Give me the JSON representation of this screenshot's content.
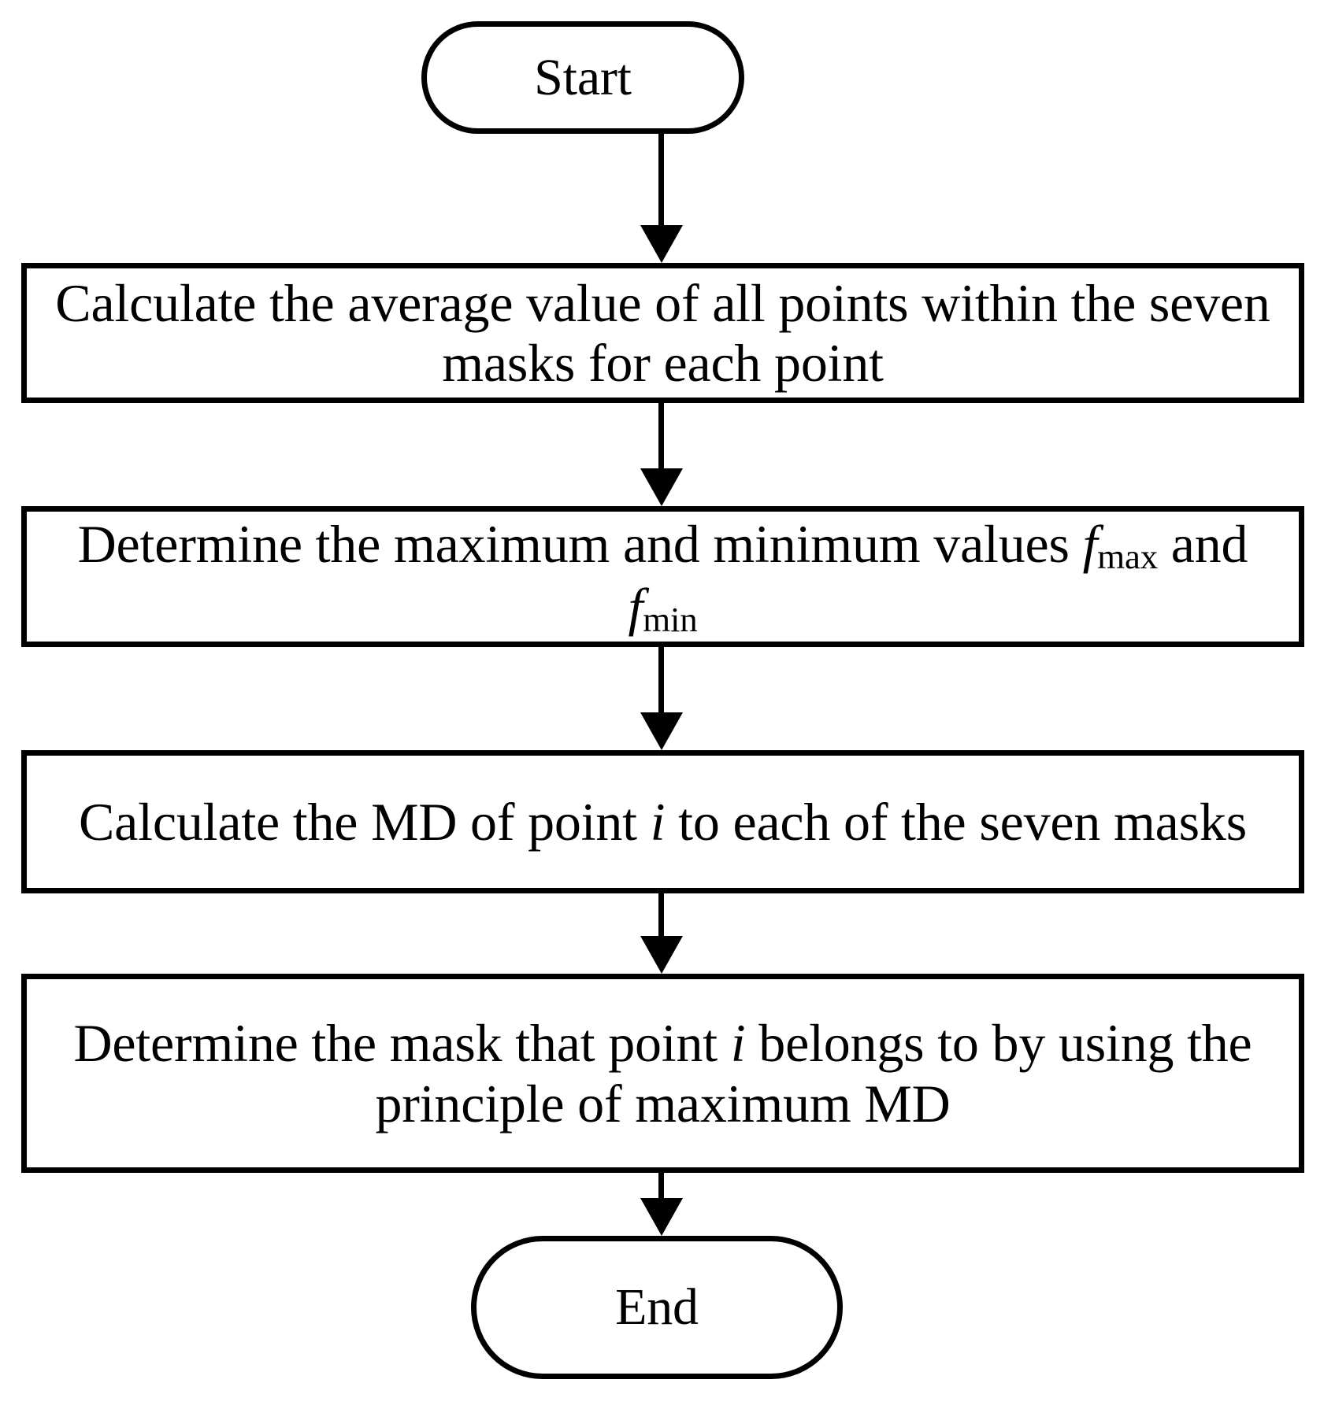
{
  "diagram": {
    "title": "Mask classification flowchart",
    "orientation": "top-to-bottom",
    "stroke_color": "#000000",
    "fill_color": "#ffffff",
    "nodes": [
      {
        "id": "start",
        "shape": "terminator",
        "label": "Start"
      },
      {
        "id": "step1",
        "shape": "process",
        "label": "Calculate the average value of all points within the seven masks for each point"
      },
      {
        "id": "step2",
        "shape": "process",
        "label_prefix": "Determine the maximum and minimum values ",
        "math_1_var": "f",
        "math_1_sub": "max",
        "label_middle": " and ",
        "math_2_var": "f",
        "math_2_sub": "min",
        "label_suffix": ""
      },
      {
        "id": "step3",
        "shape": "process",
        "label_prefix": "Calculate the MD of point ",
        "math_1_var": "i",
        "label_suffix": " to each of the seven masks"
      },
      {
        "id": "step4",
        "shape": "process",
        "label_prefix": "Determine the mask that point ",
        "math_1_var": "i",
        "label_suffix": " belongs to by using the principle of maximum MD"
      },
      {
        "id": "end",
        "shape": "terminator",
        "label": "End"
      }
    ],
    "edges": [
      {
        "id": "e1",
        "from": "start",
        "to": "step1",
        "arrow": "down"
      },
      {
        "id": "e2",
        "from": "step1",
        "to": "step2",
        "arrow": "down"
      },
      {
        "id": "e3",
        "from": "step2",
        "to": "step3",
        "arrow": "down"
      },
      {
        "id": "e4",
        "from": "step3",
        "to": "step4",
        "arrow": "down"
      },
      {
        "id": "e5",
        "from": "step4",
        "to": "end",
        "arrow": "down"
      }
    ]
  }
}
